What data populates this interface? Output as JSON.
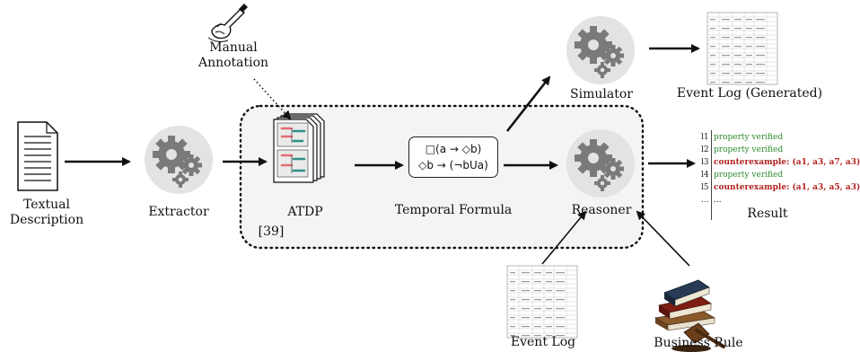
{
  "labels": {
    "textual_description": "Textual\nDescription",
    "extractor": "Extractor",
    "manual_annotation": "Manual\nAnnotation",
    "atdp": "ATDP",
    "citation": "[39]",
    "temporal_formula": "Temporal Formula",
    "simulator": "Simulator",
    "reasoner": "Reasoner",
    "event_log_generated": "Event Log (Generated)",
    "result": "Result",
    "event_log": "Event Log",
    "business_rule": "Business Rule"
  },
  "formula": {
    "line1": "□(a → ◇b)",
    "line2": "◇b → (¬bUa)"
  },
  "result_rows": [
    {
      "trace": "l1",
      "status": "ok",
      "text": "property verified"
    },
    {
      "trace": "l2",
      "status": "ok",
      "text": "property verified"
    },
    {
      "trace": "l3",
      "status": "bad",
      "text": "counterexample: (a1, a3, a7, a3)"
    },
    {
      "trace": "l4",
      "status": "ok",
      "text": "property verified"
    },
    {
      "trace": "l5",
      "status": "bad",
      "text": "counterexample: (a1, a3, a5, a3)"
    },
    {
      "trace": "...",
      "status": "none",
      "text": "..."
    }
  ],
  "colors": {
    "gear_dark": "#7a7a7a",
    "gear_circle": "#e3e3e3",
    "region_fill": "#f4f4f4",
    "ok_text": "#2e8b2e",
    "bad_text": "#b0231f"
  }
}
